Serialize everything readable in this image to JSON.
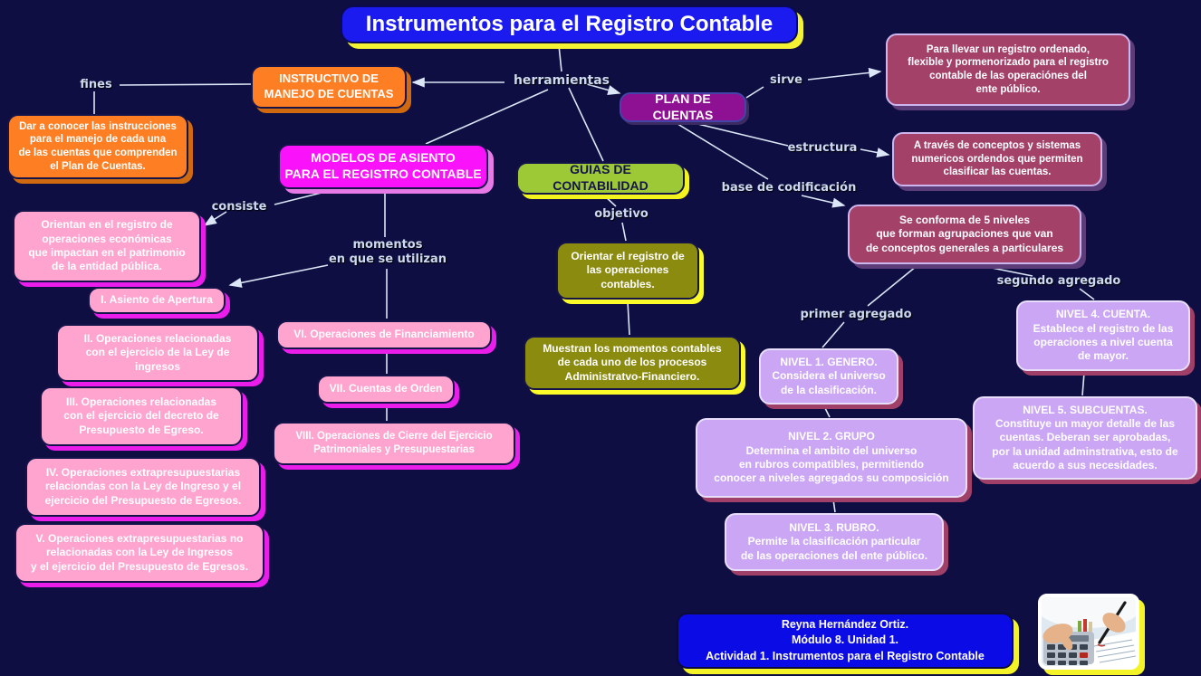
{
  "title": "Instrumentos para el Registro Contable",
  "connector_labels": {
    "herramientas": "herramientas",
    "fines": "fines",
    "sirve": "sirve",
    "estructura": "estructura",
    "base_codificacion": "base de codificación",
    "primer_agregado": "primer agregado",
    "segundo_agregado": "segundo agregado",
    "consiste": "consiste",
    "momentos": "momentos\nen que se utilizan",
    "objetivo": "objetivo"
  },
  "nodes": {
    "instructivo": "INSTRUCTIVO DE\nMANEJO DE CUENTAS",
    "instructivo_fines": "Dar a conocer las instrucciones\npara el manejo de cada una\nde las cuentas que comprenden\nel Plan de Cuentas.",
    "plan_de_cuentas": "PLAN DE CUENTAS",
    "plan_sirve": "Para llevar un registro ordenado,\nflexible y pormenorizado para el registro\ncontable de las operaciónes del\nente público.",
    "plan_estructura": "A través de conceptos y sistemas\nnumericos ordendos que permiten\nclasificar las cuentas.",
    "plan_niveles": "Se conforma de 5 niveles\nque forman agrupaciones que van\nde conceptos generales a particulares",
    "nivel_1": "NIVEL 1. GENERO.\nConsidera  el universo\nde la clasificación.",
    "nivel_2": "NIVEL 2. GRUPO\nDetermina el ambito del universo\nen rubros compatibles, permitiendo\nconocer a niveles agregados su composición",
    "nivel_3": "NIVEL 3. RUBRO.\nPermite la clasificación particular\nde las operaciones del ente público.",
    "nivel_4": "NIVEL 4. CUENTA.\nEstablece el registro de las\noperaciones a nivel cuenta\nde mayor.",
    "nivel_5": "NIVEL 5. SUBCUENTAS.\nConstituye un mayor detalle de las\ncuentas. Deberan ser aprobadas,\npor la unidad adminstrativa, esto de\nacuerdo a sus necesidades.",
    "modelos": "MODELOS DE ASIENTO\nPARA EL REGISTRO CONTABLE",
    "modelos_consiste": "Orientan en el registro de\noperaciones económicas\nque impactan en el patrimonio\nde la entidad pública.",
    "asiento_1": "I. Asiento de Apertura",
    "asiento_2": "II. Operaciones relacionadas\ncon el ejercicio de la Ley de\ningresos",
    "asiento_3": "III. Operaciones relacionadas\ncon el ejercicio del decreto de\nPresupuesto de Egreso.",
    "asiento_4": "IV. Operaciones extrapresupuestarias\nrelaciondas con la Ley de Ingreso y el\nejercicio del Presupuesto de Egresos.",
    "asiento_5": "V. Operaciones extrapresupuestarias no\nrelacionadas con la Ley de Ingresos\ny el ejercicio del Presupuesto de Egresos.",
    "asiento_6": "VI. Operaciones de Financiamiento",
    "asiento_7": "VII. Cuentas de Orden",
    "asiento_8": "VIII. Operaciones de Cierre del Ejercicio\nPatrimoniales y Presupuestarias",
    "guias": "GUIAS DE CONTABILIDAD",
    "guias_objetivo": "Orientar el registro de\nlas operaciones\ncontables.",
    "guias_momentos": "Muestran los momentos contables\nde cada uno de los procesos\nAdministratvo-Financiero."
  },
  "footer": {
    "credit": "Reyna Hernández Ortiz.\nMódulo 8. Unidad 1.\nActividad 1. Instrumentos para el Registro Contable"
  },
  "image": {
    "name": "accounting-hands-calculator-photo"
  },
  "colors": {
    "background": "#0e0e42",
    "title_blue": "#1b1bf0",
    "orange": "#fd7e23",
    "magenta": "#fa12fa",
    "pink": "#ffa3cf",
    "purple": "#8d1192",
    "maroon": "#a34169",
    "lavender": "#cba6f5",
    "green": "#9dc937",
    "olive": "#8b8b10",
    "footer_blue": "#0b0be5",
    "shadow_yellow": "#f3f32a",
    "line": "#dbe6f6"
  }
}
